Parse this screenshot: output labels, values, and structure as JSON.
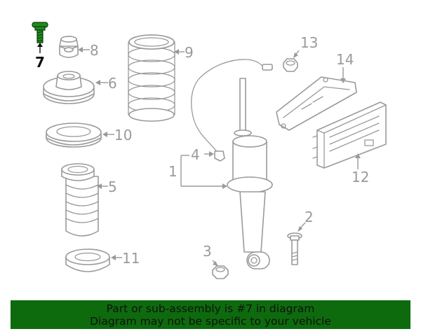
{
  "callouts": {
    "c1": "1",
    "c2": "2",
    "c3": "3",
    "c4": "4",
    "c5": "5",
    "c6": "6",
    "c7": "7",
    "c8": "8",
    "c9": "9",
    "c10": "10",
    "c11": "11",
    "c12": "12",
    "c13": "13",
    "c14": "14"
  },
  "highlight": {
    "part_number": "7",
    "color": "#1f8c1f"
  },
  "banner": {
    "line1": "Part or sub-assembly is #7 in diagram",
    "line2": "Diagram may not be specific to your vehicle",
    "background": "#0d6b0d"
  }
}
